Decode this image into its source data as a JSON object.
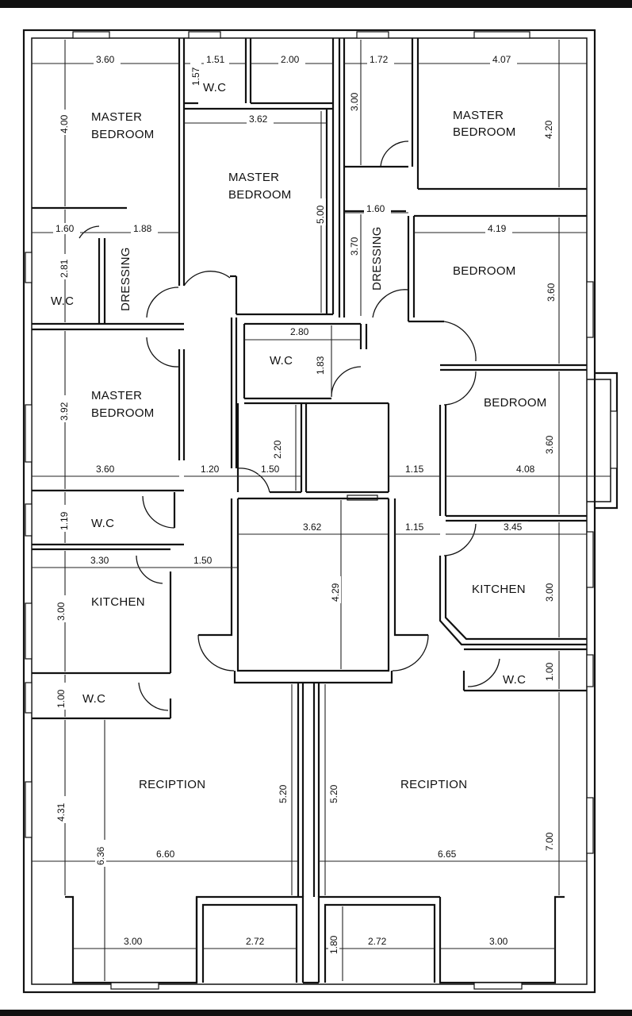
{
  "rooms": {
    "master_bedroom_tl_1": "MASTER",
    "master_bedroom_tl_2": "BEDROOM",
    "master_bedroom_c_1": "MASTER",
    "master_bedroom_c_2": "BEDROOM",
    "master_bedroom_tr_1": "MASTER",
    "master_bedroom_tr_2": "BEDROOM",
    "master_bedroom_ml_1": "MASTER",
    "master_bedroom_ml_2": "BEDROOM",
    "wc_top": "W.C",
    "wc_left_1": "W.C",
    "wc_center": "W.C",
    "wc_left_2": "W.C",
    "wc_left_3": "W.C",
    "wc_right": "W.C",
    "dressing_left": "DRESSING",
    "dressing_right": "DRESSING",
    "bedroom_r1": "BEDROOM",
    "bedroom_r2": "BEDROOM",
    "kitchen_left": "KITCHEN",
    "kitchen_right": "KITCHEN",
    "reception_left": "RECIPTION",
    "reception_right": "RECIPTION"
  },
  "dims": {
    "d_3_60_top": "3.60",
    "d_1_51": "1.51",
    "d_2_00": "2.00",
    "d_1_72": "1.72",
    "d_4_07": "4.07",
    "d_1_57": "1.57",
    "d_4_00": "4.00",
    "d_3_00_tr": "3.00",
    "d_3_62_top": "3.62",
    "d_4_20": "4.20",
    "d_5_00": "5.00",
    "d_1_60_r": "1.60",
    "d_1_60_l": "1.60",
    "d_1_88": "1.88",
    "d_4_19": "4.19",
    "d_3_70": "3.70",
    "d_2_81": "2.81",
    "d_3_60_br1": "3.60",
    "d_2_80": "2.80",
    "d_1_83": "1.83",
    "d_3_92": "3.92",
    "d_3_60_br2": "3.60",
    "d_2_20": "2.20",
    "d_3_60_mid": "3.60",
    "d_1_20": "1.20",
    "d_1_50_mid": "1.50",
    "d_1_15_a": "1.15",
    "d_4_08": "4.08",
    "d_1_19": "1.19",
    "d_3_62_mid": "3.62",
    "d_1_15_b": "1.15",
    "d_3_45": "3.45",
    "d_4_29": "4.29",
    "d_3_30": "3.30",
    "d_1_50_k": "1.50",
    "d_3_00_kl": "3.00",
    "d_3_00_kr": "3.00",
    "d_1_00_l": "1.00",
    "d_1_00_r": "1.00",
    "d_4_31": "4.31",
    "d_5_20_l": "5.20",
    "d_5_20_r": "5.20",
    "d_6_36": "6.36",
    "d_6_60": "6.60",
    "d_6_65": "6.65",
    "d_7_00": "7.00",
    "d_3_00_bl": "3.00",
    "d_2_72_l": "2.72",
    "d_1_80": "1.80",
    "d_2_72_r": "2.72",
    "d_3_00_br": "3.00"
  }
}
